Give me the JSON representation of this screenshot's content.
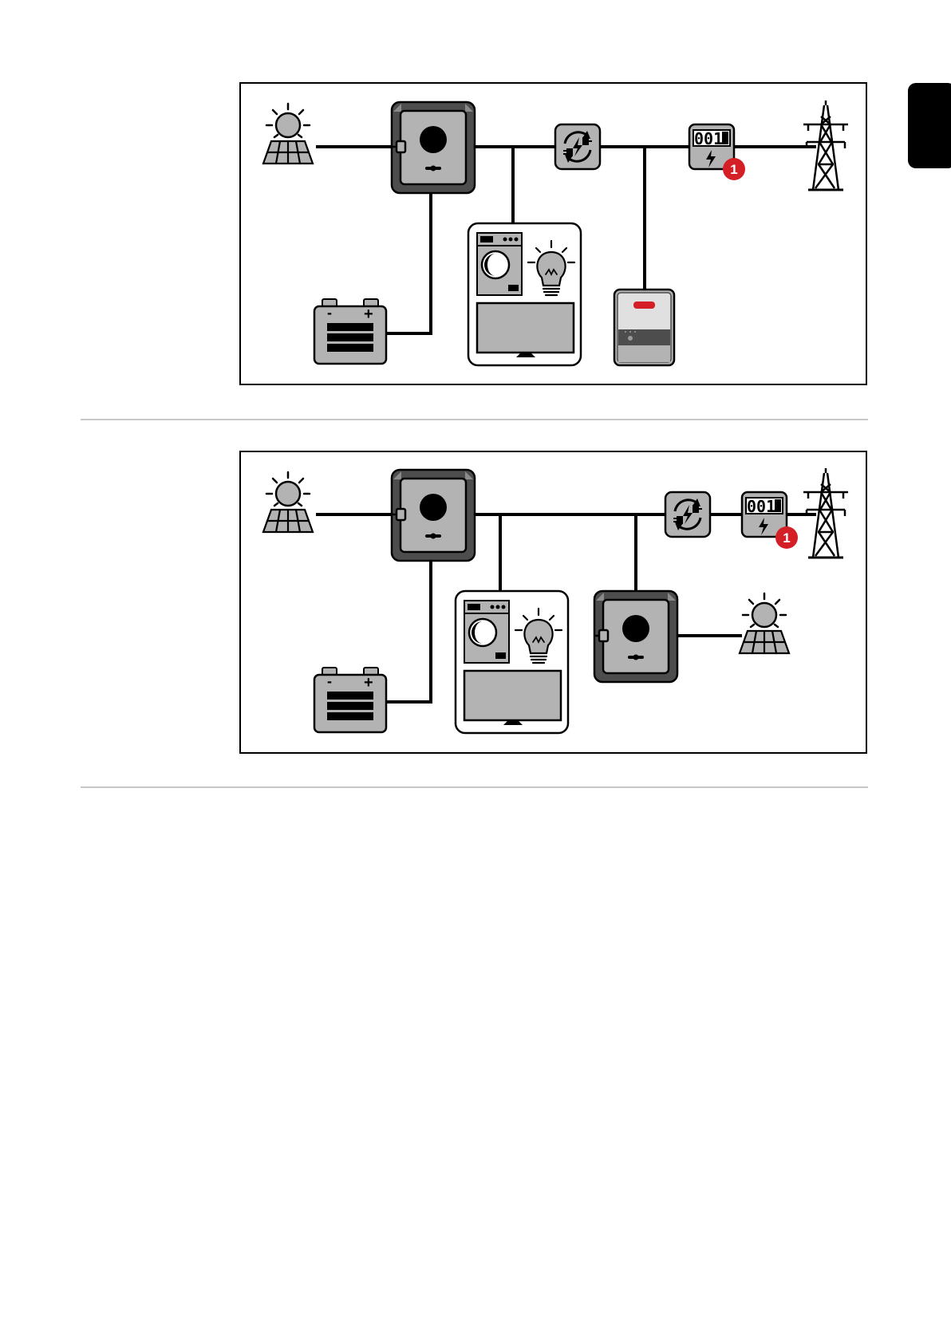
{
  "colors": {
    "device_fill": "#b3b3b3",
    "device_dark": "#4d4d4d",
    "line": "#000000",
    "badge": "#d41f26",
    "badge_text": "#ffffff",
    "separator": "#c8c8c8",
    "brand": "#d41f26"
  },
  "language_tab": {
    "color": "#000000"
  },
  "diagrams": [
    {
      "meter": {
        "reading_digits": "001",
        "reading_suffix": "·",
        "badge": "1"
      },
      "icons": [
        "sun-icon",
        "solar-panel-icon",
        "hybrid-inverter-icon",
        "battery-icon",
        "household-loads-icon",
        "washing-machine-icon",
        "light-bulb-icon",
        "tv-icon",
        "grid-connection-icon",
        "energy-meter-icon",
        "power-grid-tower-icon",
        "wallbox-charger-icon"
      ]
    },
    {
      "meter": {
        "reading_digits": "001",
        "reading_suffix": "·",
        "badge": "1"
      },
      "icons": [
        "sun-icon",
        "solar-panel-icon",
        "hybrid-inverter-icon",
        "battery-icon",
        "household-loads-icon",
        "washing-machine-icon",
        "light-bulb-icon",
        "tv-icon",
        "grid-connection-icon",
        "energy-meter-icon",
        "power-grid-tower-icon",
        "second-inverter-icon"
      ]
    }
  ],
  "battery": {
    "minus": "-",
    "plus": "+"
  }
}
